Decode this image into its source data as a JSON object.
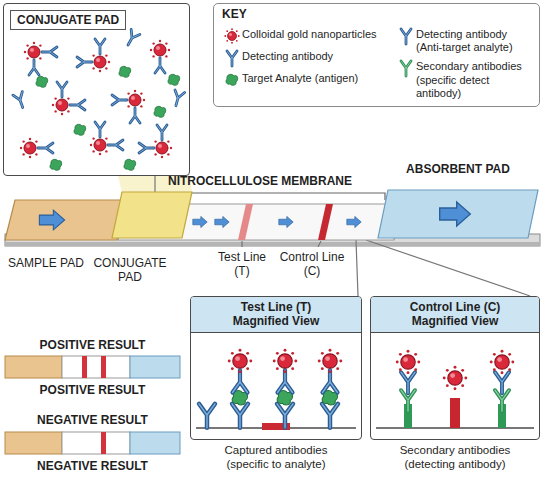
{
  "diagram": {
    "nodes": [
      {
        "text": [
          "CONJUGATE PAD"
        ]
      },
      {
        "text": [
          "SAMPLE PAD"
        ]
      },
      {
        "text": [
          "CONJUGATE PAD"
        ]
      },
      {
        "text": [
          "NITROCELLULOSE MEMBRANE"
        ]
      },
      {
        "text": [
          "ABSORBENT PAD"
        ]
      },
      {
        "text": [
          "Test Line (T) Magnified View",
          "Captured antibodies (specific to analyte)"
        ]
      },
      {
        "text": [
          "Control Line (C) Magnified View",
          "Secondary antibodies (detecting antibody)"
        ]
      }
    ],
    "edges": [
      {
        "from": 2,
        "to": 0,
        "arrow": "none"
      },
      {
        "from": 3,
        "to": 5,
        "arrow": "none"
      },
      {
        "from": 3,
        "to": 6,
        "arrow": "none"
      }
    ],
    "labels": [
      "KEY",
      "Test Line (T)",
      "Control Line (C)",
      "POSITIVE RESULT",
      "POSITIVE RESULT",
      "NEGATIVE RESULT",
      "NEGATIVE RESULT"
    ],
    "legend": [
      {
        "text": "Colloidal gold nanoparticles"
      },
      {
        "text": "Detecting antibody"
      },
      {
        "text": "Target Analyte (antigen)"
      },
      {
        "text": "Detecting antibody (Anti-target analyte)"
      },
      {
        "text": "Secondary antibodies (specific detect antibody)"
      }
    ]
  }
}
